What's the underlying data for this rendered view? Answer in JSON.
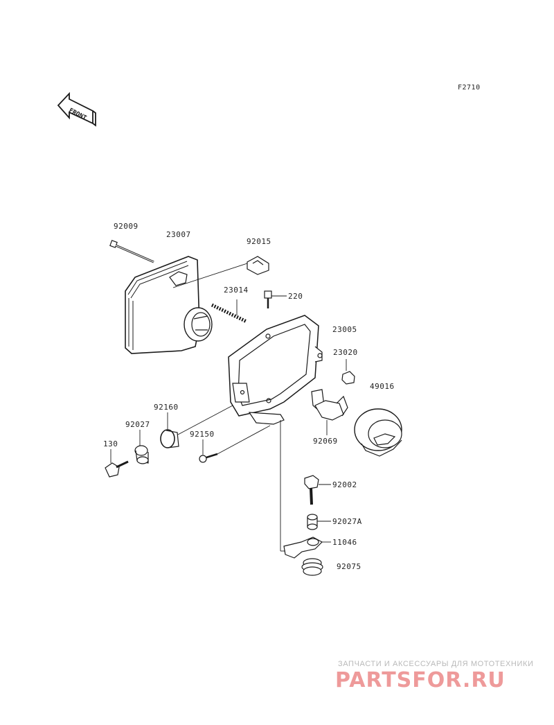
{
  "diagram": {
    "code": "F2710",
    "front_label": "FRONT",
    "parts": [
      {
        "id": "92009",
        "label": "92009"
      },
      {
        "id": "23007",
        "label": "23007"
      },
      {
        "id": "92015",
        "label": "92015"
      },
      {
        "id": "23014",
        "label": "23014"
      },
      {
        "id": "220",
        "label": "220"
      },
      {
        "id": "23005",
        "label": "23005"
      },
      {
        "id": "23020",
        "label": "23020"
      },
      {
        "id": "49016",
        "label": "49016"
      },
      {
        "id": "92160",
        "label": "92160"
      },
      {
        "id": "92027",
        "label": "92027"
      },
      {
        "id": "130",
        "label": "130"
      },
      {
        "id": "92150",
        "label": "92150"
      },
      {
        "id": "92069",
        "label": "92069"
      },
      {
        "id": "92002",
        "label": "92002"
      },
      {
        "id": "92027A",
        "label": "92027A"
      },
      {
        "id": "11046",
        "label": "11046"
      },
      {
        "id": "92075",
        "label": "92075"
      }
    ]
  },
  "watermark": {
    "tagline": "ЗАПЧАСТИ И АКСЕССУАРЫ ДЛЯ МОТОТЕХНИКИ",
    "logo": "PARTSFOR.RU"
  }
}
